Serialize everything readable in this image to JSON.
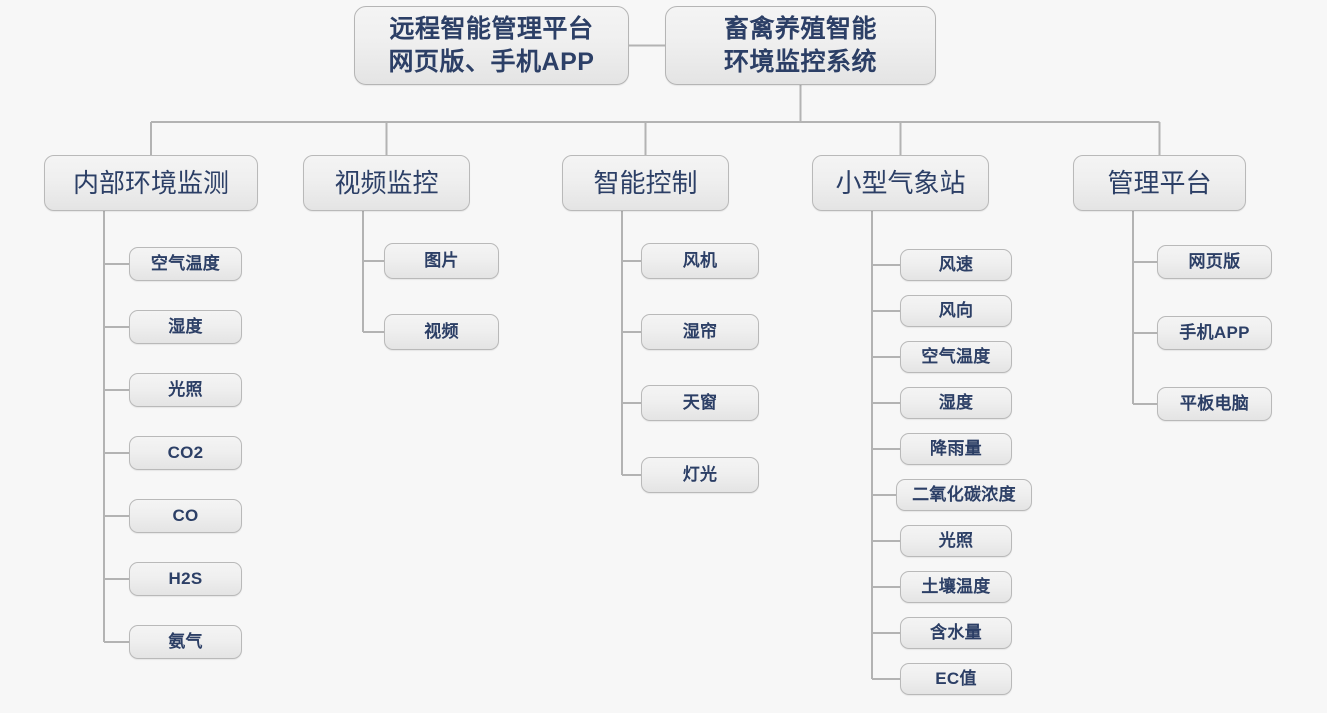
{
  "diagram": {
    "title": "畜禽养殖智能环境监控系统",
    "background_color": "#f7f7f7",
    "node_fill_top": "#f4f4f4",
    "node_fill_bottom": "#e4e4e4",
    "node_border_color": "#b9b9b9",
    "text_color": "#2c3f66",
    "connector_color": "#b3b3b3"
  },
  "root": {
    "label": "畜禽养殖智能\n环境监控系统"
  },
  "side": {
    "label": "远程智能管理平台\n网页版、手机APP"
  },
  "branches": [
    {
      "label": "内部环境监测",
      "children": [
        {
          "label": "空气温度"
        },
        {
          "label": "湿度"
        },
        {
          "label": "光照"
        },
        {
          "label": "CO2"
        },
        {
          "label": "CO"
        },
        {
          "label": "H2S"
        },
        {
          "label": "氨气"
        }
      ]
    },
    {
      "label": "视频监控",
      "children": [
        {
          "label": "图片"
        },
        {
          "label": "视频"
        }
      ]
    },
    {
      "label": "智能控制",
      "children": [
        {
          "label": "风机"
        },
        {
          "label": "湿帘"
        },
        {
          "label": "天窗"
        },
        {
          "label": "灯光"
        }
      ]
    },
    {
      "label": "小型气象站",
      "children": [
        {
          "label": "风速"
        },
        {
          "label": "风向"
        },
        {
          "label": "空气温度"
        },
        {
          "label": "湿度"
        },
        {
          "label": "降雨量"
        },
        {
          "label": "二氧化碳浓度"
        },
        {
          "label": "光照"
        },
        {
          "label": "土壤温度"
        },
        {
          "label": "含水量"
        },
        {
          "label": "EC值"
        }
      ]
    },
    {
      "label": "管理平台",
      "children": [
        {
          "label": "网页版"
        },
        {
          "label": "手机APP"
        },
        {
          "label": "平板电脑"
        }
      ]
    }
  ]
}
